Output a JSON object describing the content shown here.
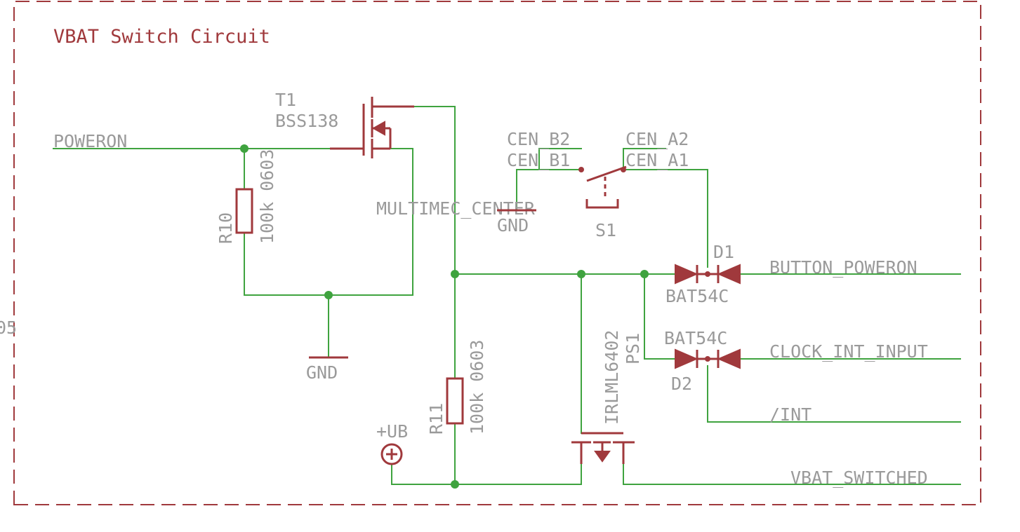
{
  "title": "VBAT Switch Circuit",
  "edge_label": "05",
  "nets": {
    "poweron": "POWERON",
    "multimec_center": "MULTIMEC_CENTER",
    "button_poweron": "BUTTON_POWERON",
    "clock_int_input": "CLOCK_INT_INPUT",
    "int": "/INT",
    "vbat_switched": "VBAT_SWITCHED"
  },
  "parts": {
    "t1": {
      "name": "T1",
      "value": "BSS138"
    },
    "r10": {
      "name": "R10",
      "value": "100k 0603"
    },
    "r11": {
      "name": "R11",
      "value": "100k 0603"
    },
    "ps1": {
      "name": "PS1",
      "value": "IRLML6402"
    },
    "s1": {
      "name": "S1",
      "pins": [
        "CEN_B2",
        "CEN_B1",
        "CEN_A2",
        "CEN_A1"
      ]
    },
    "d1": {
      "name": "D1",
      "value": "BAT54C"
    },
    "d2": {
      "name": "D2",
      "value": "BAT54C"
    }
  },
  "supplies": {
    "gnd1": "GND",
    "gnd2": "GND",
    "ub": "+UB"
  },
  "colors": {
    "wire": "#3fa33f",
    "part": "#a0393c",
    "label": "#9a9a9a"
  }
}
